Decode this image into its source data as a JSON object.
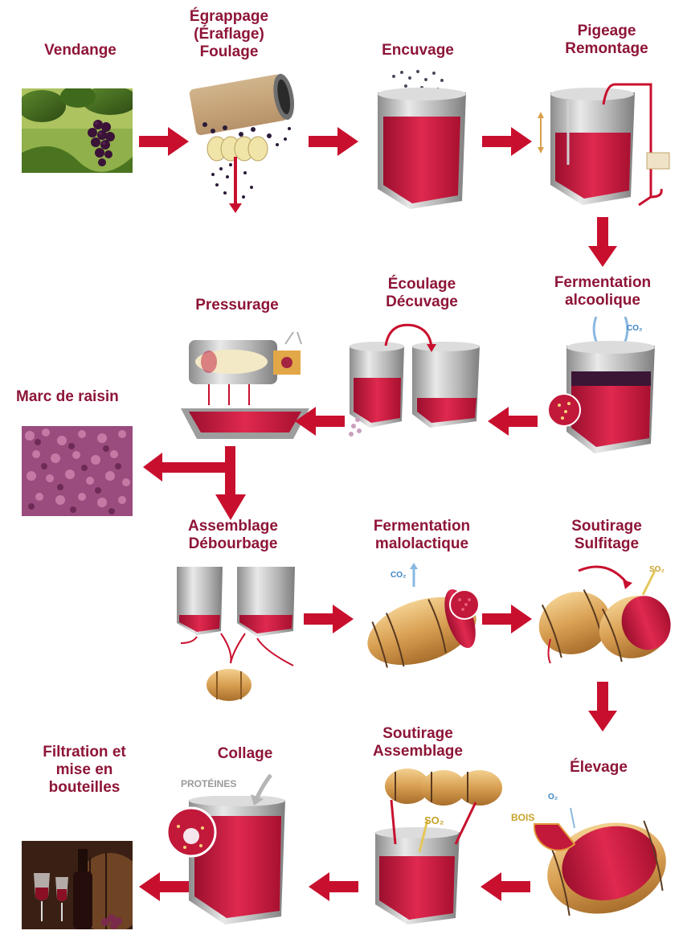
{
  "colors": {
    "label": "#8e1537",
    "arrow": "#c8102e",
    "wine": "#c2183a",
    "steel": "#c9c9c9",
    "wood": "#d9a75b"
  },
  "steps": {
    "vendange": {
      "lines": [
        "Vendange"
      ]
    },
    "egrappage": {
      "lines": [
        "Égrappage",
        "(Éraflage)",
        "Foulage"
      ]
    },
    "encuvage": {
      "lines": [
        "Encuvage"
      ]
    },
    "pigeage": {
      "lines": [
        "Pigeage",
        "Remontage"
      ]
    },
    "fermentation_alcoolique": {
      "lines": [
        "Fermentation",
        "alcoolique"
      ]
    },
    "ecoulage": {
      "lines": [
        "Écoulage",
        "Décuvage"
      ]
    },
    "pressurage": {
      "lines": [
        "Pressurage"
      ]
    },
    "marc": {
      "lines": [
        "Marc de raisin"
      ]
    },
    "assemblage_debourbage": {
      "lines": [
        "Assemblage",
        "Débourbage"
      ]
    },
    "fermentation_malolactique": {
      "lines": [
        "Fermentation",
        "malolactique"
      ]
    },
    "soutirage_sulfitage": {
      "lines": [
        "Soutirage",
        "Sulfitage"
      ]
    },
    "elevage": {
      "lines": [
        "Élevage"
      ]
    },
    "soutirage_assemblage": {
      "lines": [
        "Soutirage",
        "Assemblage"
      ]
    },
    "collage": {
      "lines": [
        "Collage"
      ]
    },
    "filtration": {
      "lines": [
        "Filtration et",
        "mise en",
        "bouteilles"
      ]
    }
  },
  "annotations": {
    "co2_1": "CO₂",
    "co2_2": "CO₂",
    "so2_1": "SO₂",
    "so2_2": "SO₂",
    "o2": "O₂",
    "bois": "BOIS",
    "proteines": "PROTÉINES"
  },
  "icons": [
    "grape-vine-photo",
    "destemmer-crusher",
    "vat",
    "pump-over-vat",
    "fermenting-vat",
    "draining-vats",
    "press",
    "pomace-photo",
    "settling-vats",
    "barrel",
    "barrels",
    "vat-fining",
    "wine-bottle-photo"
  ]
}
